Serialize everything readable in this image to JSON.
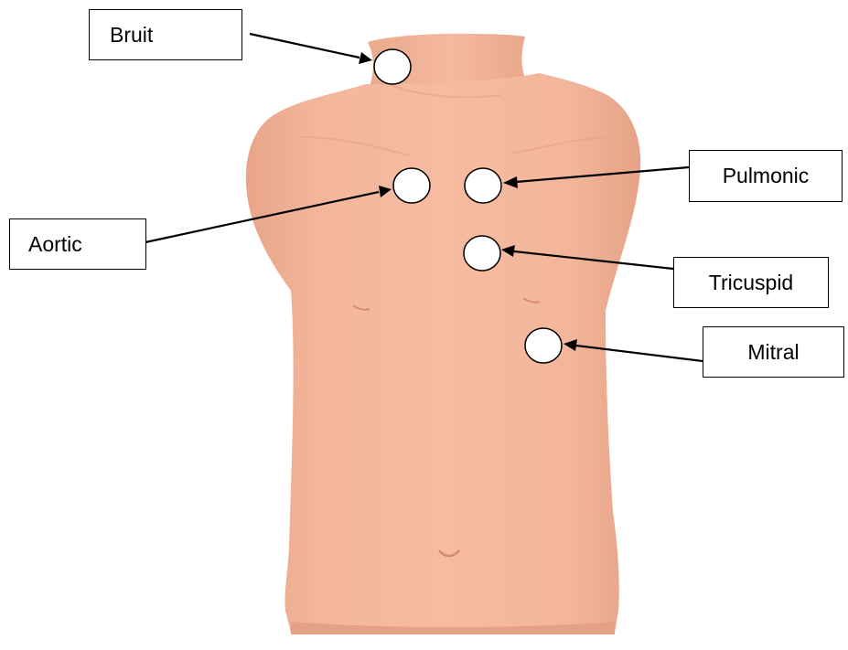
{
  "colors": {
    "skin": "#f4b59b",
    "skin_shadow": "#e3a186",
    "marker_fill": "#ffffff",
    "line": "#000000"
  },
  "labels": {
    "bruit": "Bruit",
    "aortic": "Aortic",
    "pulmonic": "Pulmonic",
    "tricuspid": "Tricuspid",
    "mitral": "Mitral"
  }
}
